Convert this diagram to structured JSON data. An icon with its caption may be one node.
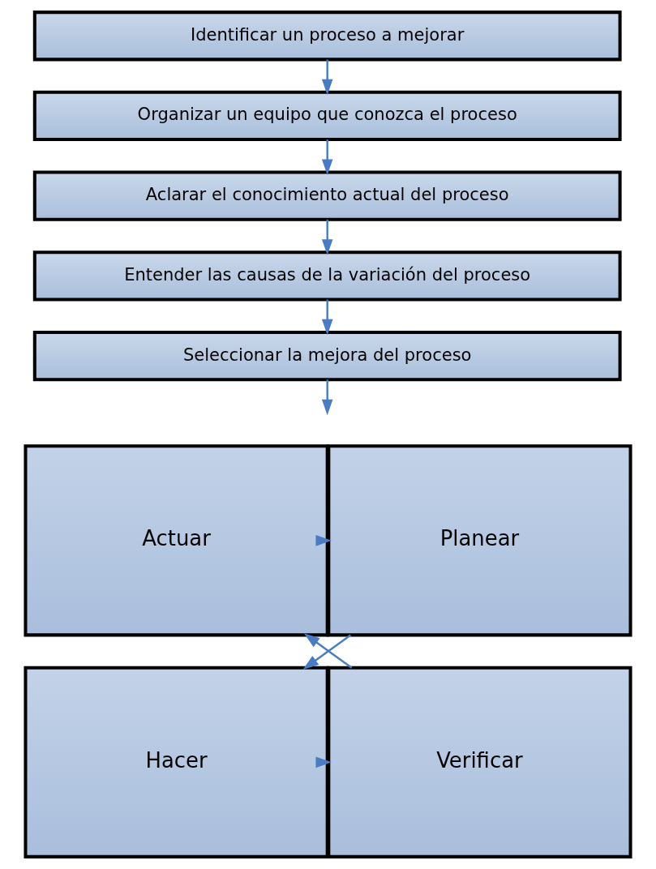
{
  "diagram": {
    "nodes": [
      {
        "text": [
          "Identificar un proceso a mejorar"
        ]
      },
      {
        "text": [
          "Organizar un equipo que conozca el proceso"
        ]
      },
      {
        "text": [
          "Aclarar el conocimiento actual del proceso"
        ]
      },
      {
        "text": [
          "Entender las causas de la variación del proceso"
        ]
      },
      {
        "text": [
          "Seleccionar la mejora del proceso"
        ]
      },
      {
        "text": [
          "Actuar"
        ]
      },
      {
        "text": [
          "Planear"
        ]
      },
      {
        "text": [
          "Verificar"
        ]
      },
      {
        "text": [
          "Hacer"
        ]
      }
    ],
    "edges": [
      {
        "from": 0,
        "to": 1,
        "arrow": "to"
      },
      {
        "from": 1,
        "to": 2,
        "arrow": "to"
      },
      {
        "from": 2,
        "to": 3,
        "arrow": "to"
      },
      {
        "from": 3,
        "to": 4,
        "arrow": "to"
      },
      {
        "from": 4,
        "to": null,
        "arrow": "to"
      },
      {
        "from": 5,
        "to": 6,
        "arrow": "to"
      },
      {
        "from": 6,
        "to": 8,
        "arrow": "to"
      },
      {
        "from": 8,
        "to": 7,
        "arrow": "to"
      },
      {
        "from": 7,
        "to": 5,
        "arrow": "to"
      }
    ]
  }
}
